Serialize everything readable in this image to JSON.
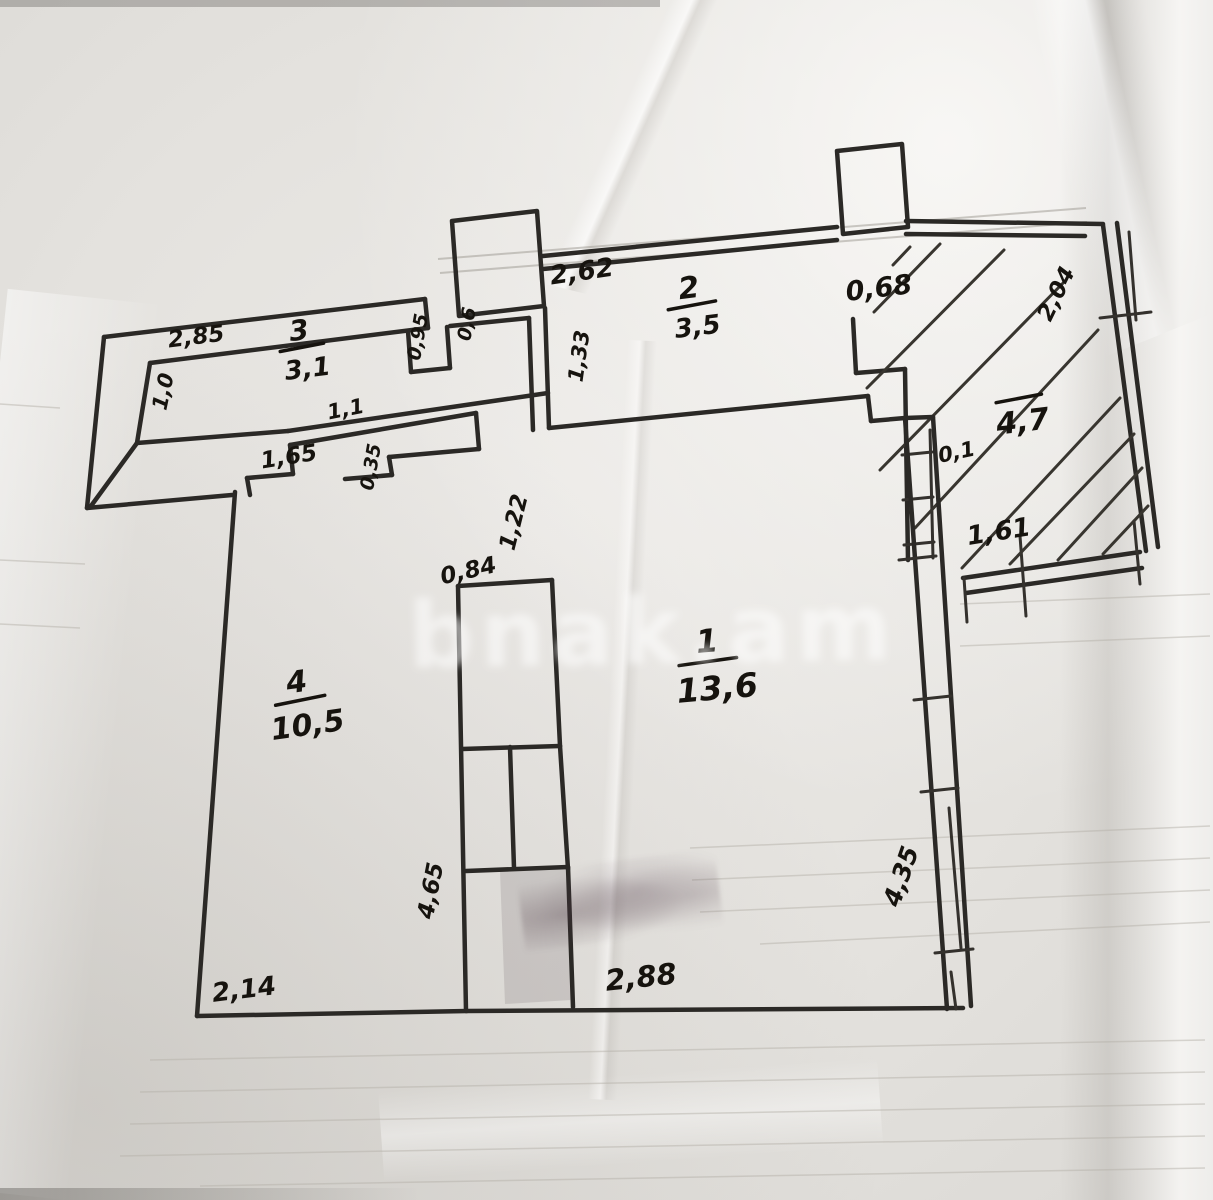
{
  "plan": {
    "watermark": "bnak.am",
    "rooms": {
      "r1": {
        "number": "1",
        "area": "13,6"
      },
      "r2": {
        "number": "2",
        "area": "3,5"
      },
      "r3": {
        "number": "3",
        "area": "3,1"
      },
      "r4": {
        "number": "4",
        "area": "10,5"
      },
      "balcony": {
        "area": "4,7"
      }
    },
    "dimensions": {
      "top_left_width": "2,85",
      "top_left_height": "1,0",
      "step_a": "0,95",
      "step_b": "0,6",
      "room2_width": "2,62",
      "room2_height": "1,33",
      "balcony_offset": "0,68",
      "balcony_side": "2,04",
      "balcony_small": "0,1",
      "balcony_bottom": "1,61",
      "corridor_width": "1,1",
      "hall_step": "1,65",
      "hall_small": "0,35",
      "duct_width": "0,84",
      "duct_height": "1,22",
      "room4_height": "4,65",
      "room1_height": "4,35",
      "bottom_left_width": "2,14",
      "bottom_center_width": "2,88"
    }
  }
}
